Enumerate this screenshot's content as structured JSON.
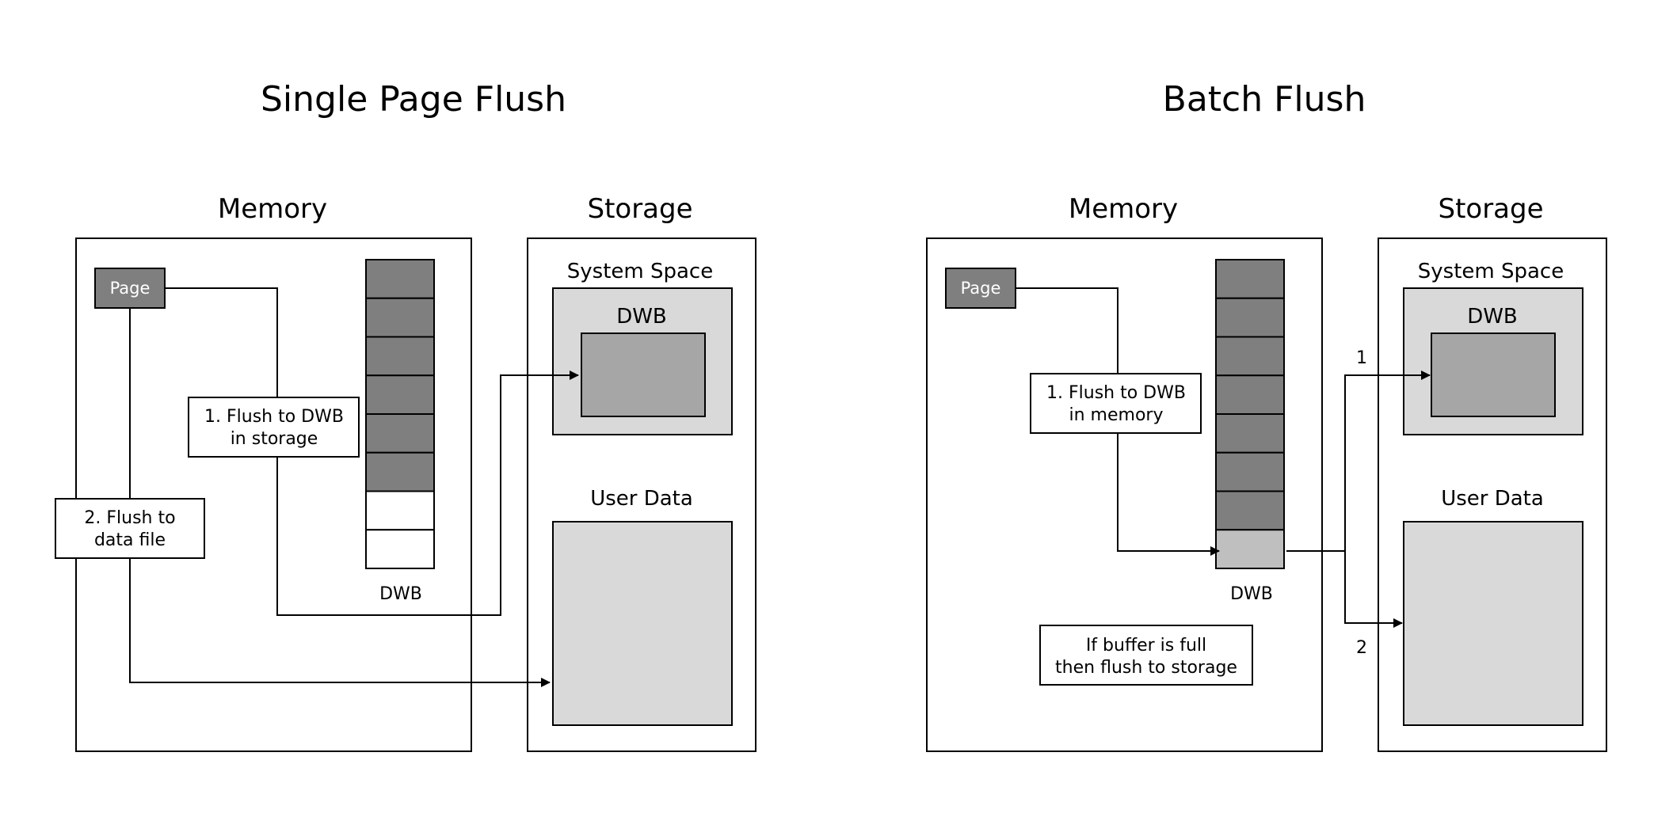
{
  "colors": {
    "dark_slot": "#7f7f7f",
    "page_box": "#7f7f7f",
    "light_panel": "#d9d9d9",
    "dwb_storage_box": "#a6a6a6",
    "pending_slot": "#bfbfbf",
    "stroke": "#000000"
  },
  "single": {
    "title": "Single Page Flush",
    "memory_label": "Memory",
    "storage_label": "Storage",
    "page_label": "Page",
    "step1_line1": "1. Flush to DWB",
    "step1_line2": "in storage",
    "step2_line1": "2. Flush to",
    "step2_line2": "data file",
    "dwb_buffer_label": "DWB",
    "slots_filled": 6,
    "slots_total": 8,
    "system_space_label": "System Space",
    "storage_dwb_label": "DWB",
    "user_data_label": "User Data"
  },
  "batch": {
    "title": "Batch Flush",
    "memory_label": "Memory",
    "storage_label": "Storage",
    "page_label": "Page",
    "step1_line1": "1. Flush to DWB",
    "step1_line2": "in memory",
    "dwb_buffer_label": "DWB",
    "slots_filled": 7,
    "slots_total": 8,
    "note_line1": "If buffer is full",
    "note_line2": "then flush to storage",
    "system_space_label": "System Space",
    "storage_dwb_label": "DWB",
    "user_data_label": "User Data",
    "arrow1_label": "1",
    "arrow2_label": "2"
  }
}
